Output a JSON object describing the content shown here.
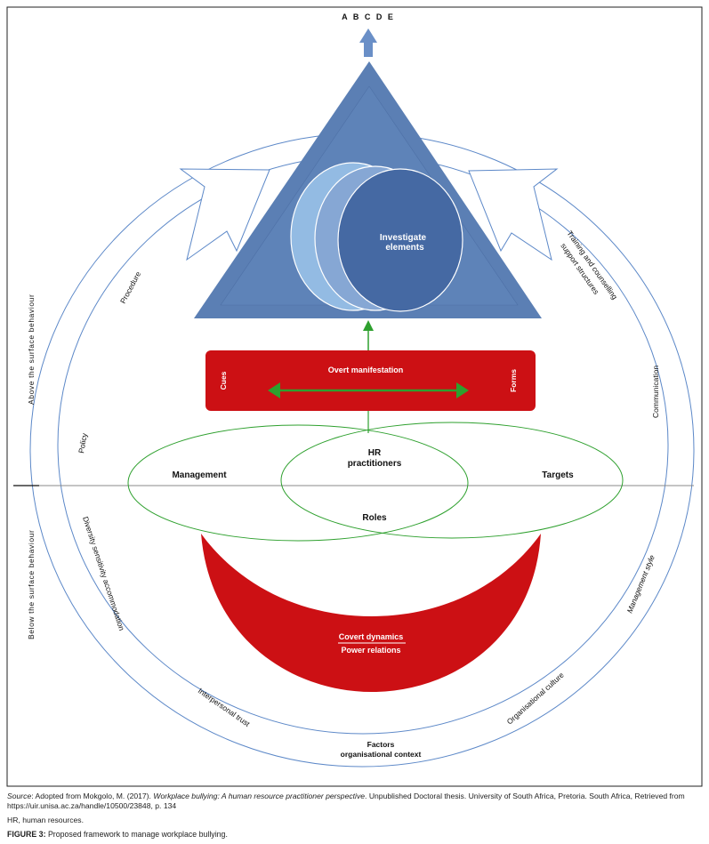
{
  "diagram": {
    "top_label": "A B C D E",
    "core": "Investigate elements",
    "core_lines": [
      "Investigate",
      "elements"
    ],
    "overt": {
      "title": "Overt manifestation",
      "left": "Cues",
      "right": "Forms"
    },
    "venn": {
      "left": "Management",
      "center_lines": [
        "HR",
        "practitioners"
      ],
      "right": "Targets",
      "bottom": "Roles"
    },
    "covert": {
      "line1": "Covert dynamics",
      "line2": "Power relations"
    },
    "side_labels": {
      "above": "Above the surface behaviour",
      "below": "Below the surface behaviour"
    },
    "ring_labels": {
      "procedure": "Procedure",
      "policy": "Policy",
      "training": [
        "Training and counselling",
        "support structures"
      ],
      "communication": "Communication",
      "diversity": "Diversity sensitivity accommodation",
      "management_style": "Management style",
      "interpersonal_trust": "Interpersonal trust",
      "organisational_culture": "Organisational culture",
      "factors": [
        "Factors",
        "organisational context"
      ]
    },
    "colors": {
      "triangle": "#5b7fb4",
      "circle_dark": "#4569a3",
      "circle_mid": "#86a7d4",
      "circle_light": "#93bbe3",
      "red": "#cc1014",
      "green": "#2ea02e",
      "ring": "#5c88c8"
    }
  },
  "caption": {
    "source_label": "Source",
    "source_pre": ": Adopted from Mokgolo, M. (2017). ",
    "source_title": "Workplace bullying: A human resource practitioner perspective",
    "source_post": ". Unpublished Doctoral thesis. University of South Africa, Pretoria. South Africa, Retrieved from https://uir.unisa.ac.za/handle/10500/23848, p. 134",
    "abbrev": "HR, human resources.",
    "figure_label": "FIGURE 3:",
    "figure_title": " Proposed framework to manage workplace bullying."
  }
}
